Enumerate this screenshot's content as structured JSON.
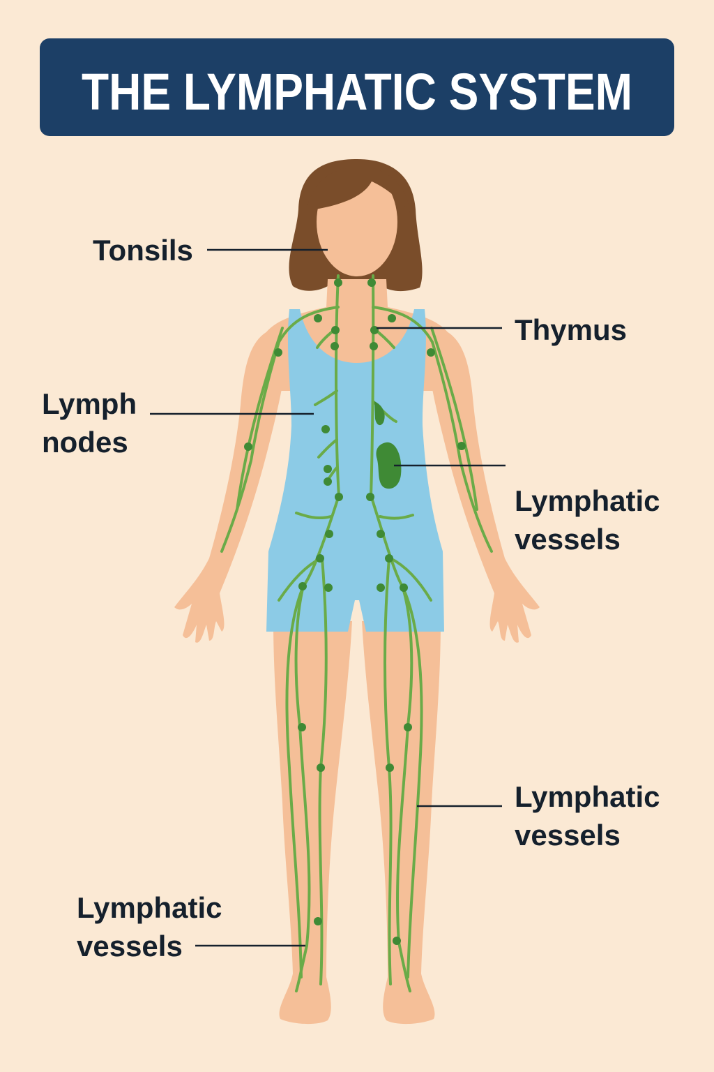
{
  "title": "THE LYMPHATIC SYSTEM",
  "labels": {
    "tonsils": "Tonsils",
    "thymus": "Thymus",
    "lymph_nodes": [
      "Lymph",
      "nodes"
    ],
    "lymphatic_vessels_torso": [
      "Lymphatic",
      "vessels"
    ],
    "lymphatic_vessels_leg_right": [
      "Lymphatic",
      "vessels"
    ],
    "lymphatic_vessels_leg_left": [
      "Lymphatic",
      "vessels"
    ]
  },
  "colors": {
    "background": "#fbe9d4",
    "title_bar": "#1c3f66",
    "skin": "#f5bf98",
    "hair": "#7a4d2a",
    "swimsuit": "#8ccbe6",
    "vessel": "#6aab48",
    "node": "#3f8a35"
  }
}
